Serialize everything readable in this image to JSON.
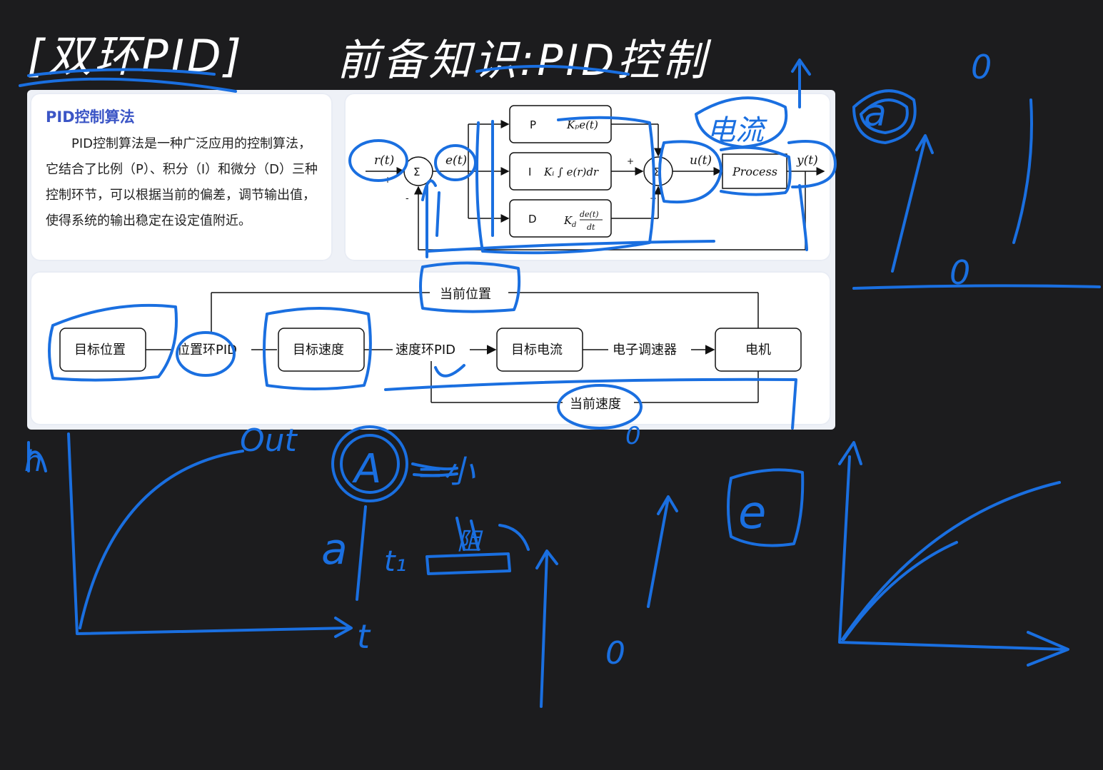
{
  "header": {
    "title_left": "[双环PID]",
    "title_center": "前备知识:PID控制"
  },
  "algorithm_card": {
    "title": "PID控制算法",
    "body": "PID控制算法是一种广泛应用的控制算法，它结合了比例（P）、积分（I）和微分（D）三种控制环节，可以根据当前的偏差，调节输出值，使得系统的输出稳定在设定值附近。"
  },
  "block_diagram": {
    "input": "r(t)",
    "sum1": "Σ",
    "sum1_plus": "+",
    "sum1_minus": "-",
    "error": "e(t)",
    "p_label": "P",
    "p_formula": "Kₚe(t)",
    "i_label": "I",
    "i_formula": "Kᵢ ∫ e(r)dr",
    "d_label": "D",
    "d_formula_k": "K",
    "d_formula_sub": "d",
    "d_formula_num": "de(t)",
    "d_formula_den": "dt",
    "sum2": "Σ",
    "sum2_plus_top": "+",
    "sum2_plus_bottom": "+",
    "control": "u(t)",
    "process": "Process",
    "output": "y(t)"
  },
  "cascade_chain": {
    "target_position": "目标位置",
    "position_pid": "位置环PID",
    "target_speed": "目标速度",
    "speed_pid": "速度环PID",
    "target_current": "目标电流",
    "esc": "电子调速器",
    "motor": "电机",
    "current_position": "当前位置",
    "current_speed": "当前速度"
  },
  "annotations": {
    "current_note": "电流",
    "out_note": "Out",
    "a_circle": "A",
    "a_eq": "=小",
    "a_small": "a",
    "t1": "t₁",
    "mass_note": "阻",
    "h_axis": "h",
    "t_axis": "t",
    "zero_1": "0",
    "zero_2": "0",
    "zero_3": "0",
    "zero_4": "0",
    "a_top": "a",
    "e_boxed": "e"
  }
}
